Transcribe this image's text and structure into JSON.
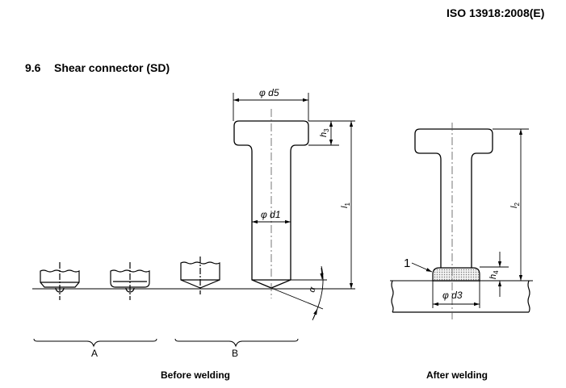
{
  "header": {
    "document_id": "ISO 13918:2008(E)"
  },
  "section": {
    "number": "9.6",
    "title": "Shear connector (SD)"
  },
  "figure": {
    "dimensions": {
      "d5": "φ d5",
      "d1": "φ d1",
      "d3": "φ d3",
      "h3": "h3",
      "h4": "h4",
      "l1": "l1",
      "l2": "l2",
      "alpha": "α"
    },
    "dim_parts": {
      "phi": "φ",
      "d": "d",
      "sub5": "5",
      "sub1": "1",
      "sub3": "3",
      "h": "h",
      "l": "l",
      "sub_h3": "3",
      "sub_h4": "4",
      "sub_l1": "1",
      "sub_l2": "2",
      "alpha": "α"
    },
    "key_label": "1",
    "groups": {
      "a": "A",
      "b": "B"
    },
    "captions": {
      "before": "Before welding",
      "after": "After welding"
    }
  },
  "colors": {
    "line": "#000000",
    "centerline": "#555555",
    "weld_fill": "#d8d8d8"
  }
}
